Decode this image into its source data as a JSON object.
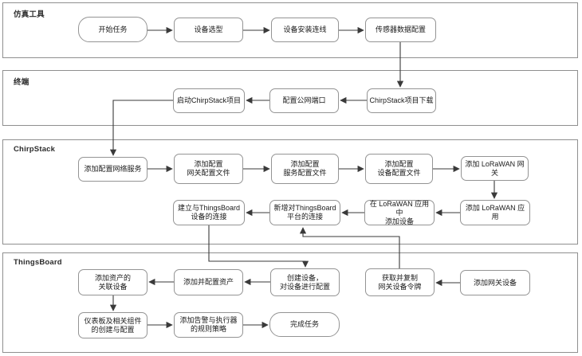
{
  "colors": {
    "background": "#ffffff",
    "lane_border": "#8f8f8f",
    "box_border": "#949494",
    "connector": "#3a3a3a",
    "text": "#1a1a1a"
  },
  "lanes": [
    {
      "id": "simulation-tools",
      "label": "仿真工具"
    },
    {
      "id": "terminal",
      "label": "终端"
    },
    {
      "id": "chirpstack",
      "label": "ChirpStack"
    },
    {
      "id": "thingsboard",
      "label": "ThingsBoard"
    }
  ],
  "nodes": {
    "start_task": {
      "label": "开始任务",
      "shape": "terminator",
      "lane": "仿真工具"
    },
    "device_selection": {
      "label": "设备选型",
      "shape": "process",
      "lane": "仿真工具"
    },
    "device_install": {
      "label": "设备安装连线",
      "shape": "process",
      "lane": "仿真工具"
    },
    "sensor_config": {
      "label": "传感器数据配置",
      "shape": "process",
      "lane": "仿真工具"
    },
    "launch_chirpstack": {
      "label": "启动ChirpStack项目",
      "shape": "process",
      "lane": "终端"
    },
    "public_port": {
      "label": "配置公网端口",
      "shape": "process",
      "lane": "终端"
    },
    "chirpstack_download": {
      "label": "ChirpStack项目下载",
      "shape": "process",
      "lane": "终端"
    },
    "network_service": {
      "label": "添加配置网络服务",
      "shape": "process",
      "lane": "ChirpStack"
    },
    "gateway_conf_file": {
      "label": "添加配置\n网关配置文件",
      "shape": "process",
      "lane": "ChirpStack"
    },
    "service_conf_file": {
      "label": "添加配置\n服务配置文件",
      "shape": "process",
      "lane": "ChirpStack"
    },
    "device_conf_file": {
      "label": "添加配置\n设备配置文件",
      "shape": "process",
      "lane": "ChirpStack"
    },
    "add_lorawan_gateway": {
      "label": "添加 LoRaWAN 网关",
      "shape": "process",
      "lane": "ChirpStack"
    },
    "add_lorawan_app": {
      "label": "添加 LoRaWAN 应用",
      "shape": "process",
      "lane": "ChirpStack"
    },
    "add_device_in_app": {
      "label": "在 LoRaWAN 应用中\n添加设备",
      "shape": "process",
      "lane": "ChirpStack"
    },
    "new_tb_connection": {
      "label": "新增对ThingsBoard\n平台的连接",
      "shape": "process",
      "lane": "ChirpStack"
    },
    "establish_tb_device": {
      "label": "建立与ThingsBoard\n设备的连接",
      "shape": "process",
      "lane": "ChirpStack"
    },
    "add_gateway_device": {
      "label": "添加网关设备",
      "shape": "process",
      "lane": "ThingsBoard"
    },
    "copy_gateway_token": {
      "label": "获取并复制\n网关设备令牌",
      "shape": "process",
      "lane": "ThingsBoard"
    },
    "create_device": {
      "label": "创建设备，\n对设备进行配置",
      "shape": "process",
      "lane": "ThingsBoard"
    },
    "add_configure_asset": {
      "label": "添加并配置资产",
      "shape": "process",
      "lane": "ThingsBoard"
    },
    "add_asset_devices": {
      "label": "添加资产的\n关联设备",
      "shape": "process",
      "lane": "ThingsBoard"
    },
    "dashboard_components": {
      "label": "仪表板及相关组件\n的创建与配置",
      "shape": "process",
      "lane": "ThingsBoard"
    },
    "alarm_rules": {
      "label": "添加告警与执行器\n的规则策略",
      "shape": "process",
      "lane": "ThingsBoard"
    },
    "finish_task": {
      "label": "完成任务",
      "shape": "terminator",
      "lane": "ThingsBoard"
    }
  },
  "edges": [
    {
      "from": "start_task",
      "to": "device_selection"
    },
    {
      "from": "device_selection",
      "to": "device_install"
    },
    {
      "from": "device_install",
      "to": "sensor_config"
    },
    {
      "from": "sensor_config",
      "to": "chirpstack_download"
    },
    {
      "from": "chirpstack_download",
      "to": "public_port"
    },
    {
      "from": "public_port",
      "to": "launch_chirpstack"
    },
    {
      "from": "launch_chirpstack",
      "to": "network_service"
    },
    {
      "from": "network_service",
      "to": "gateway_conf_file"
    },
    {
      "from": "gateway_conf_file",
      "to": "service_conf_file"
    },
    {
      "from": "service_conf_file",
      "to": "device_conf_file"
    },
    {
      "from": "device_conf_file",
      "to": "add_lorawan_gateway"
    },
    {
      "from": "add_lorawan_gateway",
      "to": "add_lorawan_app"
    },
    {
      "from": "add_lorawan_app",
      "to": "add_device_in_app"
    },
    {
      "from": "add_device_in_app",
      "to": "new_tb_connection"
    },
    {
      "from": "new_tb_connection",
      "to": "establish_tb_device"
    },
    {
      "from": "establish_tb_device",
      "to": "create_device"
    },
    {
      "from": "copy_gateway_token",
      "to": "new_tb_connection"
    },
    {
      "from": "add_gateway_device",
      "to": "copy_gateway_token"
    },
    {
      "from": "create_device",
      "to": "add_configure_asset"
    },
    {
      "from": "add_configure_asset",
      "to": "add_asset_devices"
    },
    {
      "from": "add_asset_devices",
      "to": "dashboard_components"
    },
    {
      "from": "dashboard_components",
      "to": "alarm_rules"
    },
    {
      "from": "alarm_rules",
      "to": "finish_task"
    }
  ]
}
